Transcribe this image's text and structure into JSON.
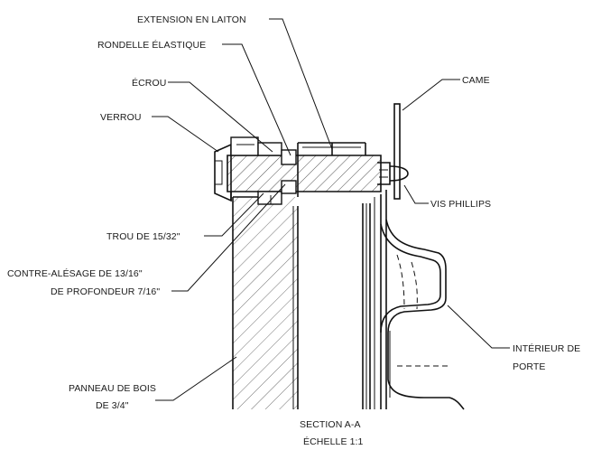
{
  "labels": {
    "extension": "EXTENSION EN LAITON",
    "rondelle": "RONDELLE ÉLASTIQUE",
    "ecrou": "ÉCROU",
    "verrou": "VERROU",
    "came": "CAME",
    "vis": "VIS PHILLIPS",
    "trou": "TROU DE 15/32\"",
    "contre_line1": "CONTRE-ALÉSAGE DE 13/16\"",
    "contre_line2": "DE PROFONDEUR 7/16\"",
    "interieur_line1": "INTÉRIEUR DE",
    "interieur_line2": "PORTE",
    "panneau_line1": "PANNEAU DE BOIS",
    "panneau_line2": "DE 3/4\""
  },
  "section": {
    "title": "SECTION A-A",
    "scale": "ÉCHELLE 1:1"
  }
}
